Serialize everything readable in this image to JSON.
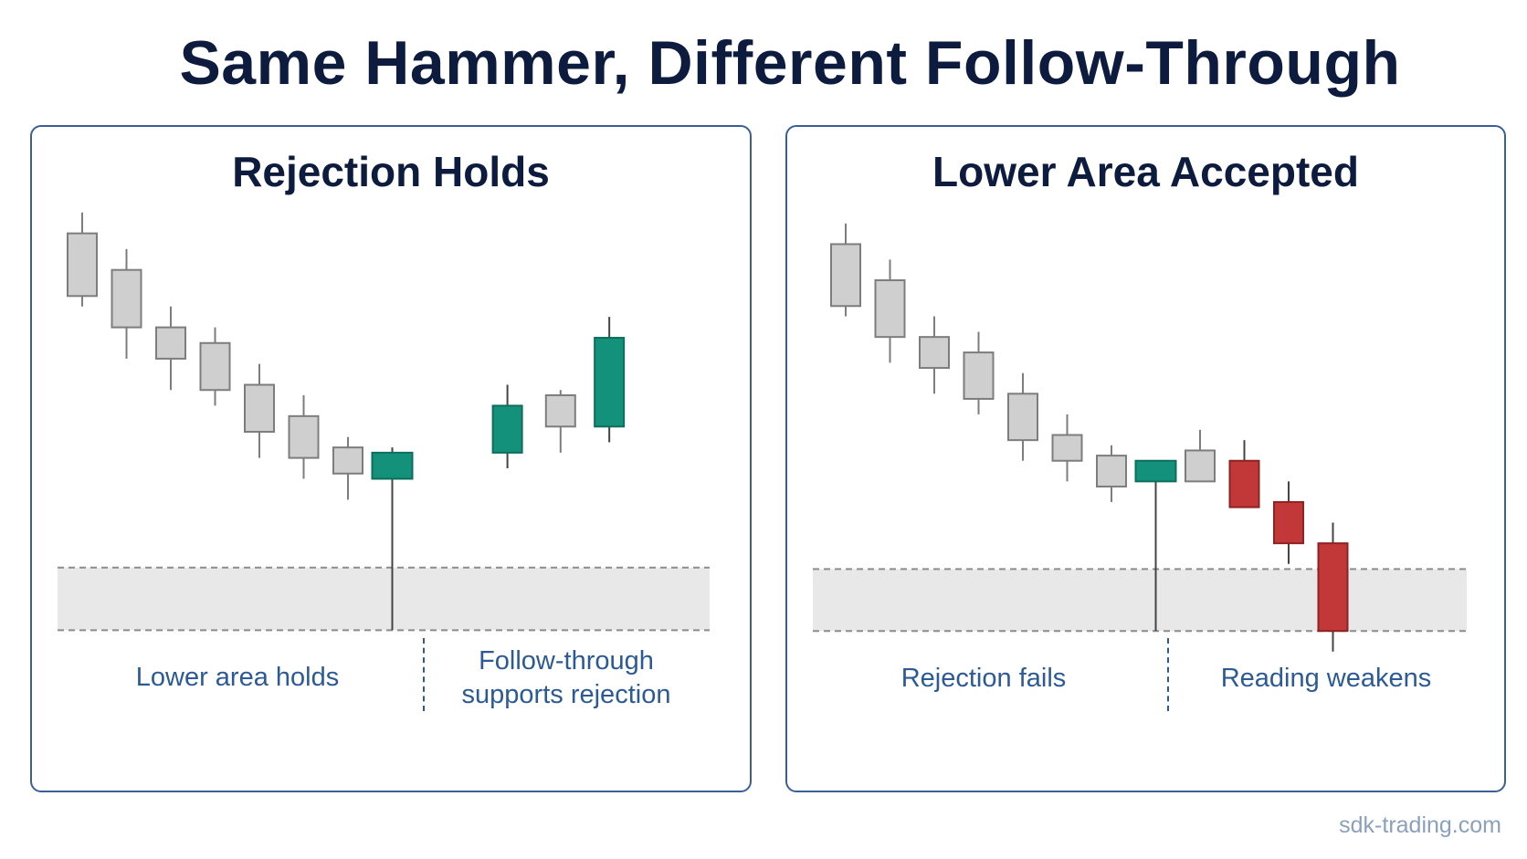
{
  "title": "Same Hammer, Different Follow-Through",
  "footer": "sdk-trading.com",
  "colors": {
    "neutral_body": "#cfcfcf",
    "neutral_edge": "#7d7d7d",
    "bull": "#14917a",
    "bear": "#c23838",
    "zone_fill": "#e8e8e8",
    "zone_line": "#8c8c8c",
    "border": "#3a5f97",
    "caption": "#2c5a96"
  },
  "chart_data": [
    {
      "type": "candlestick",
      "title": "Rejection Holds",
      "ylim": [
        0,
        100
      ],
      "zone": [
        12,
        24
      ],
      "captions": [
        "Lower area holds",
        "Follow-through supports rejection"
      ],
      "candles": [
        {
          "x": 1,
          "open": 88,
          "high": 92,
          "low": 74,
          "close": 76,
          "color": "neutral"
        },
        {
          "x": 2,
          "open": 81,
          "high": 85,
          "low": 64,
          "close": 70,
          "color": "neutral"
        },
        {
          "x": 3,
          "open": 70,
          "high": 74,
          "low": 58,
          "close": 64,
          "color": "neutral"
        },
        {
          "x": 4,
          "open": 67,
          "high": 70,
          "low": 55,
          "close": 58,
          "color": "neutral"
        },
        {
          "x": 5,
          "open": 59,
          "high": 63,
          "low": 45,
          "close": 50,
          "color": "neutral"
        },
        {
          "x": 6,
          "open": 53,
          "high": 57,
          "low": 41,
          "close": 45,
          "color": "neutral"
        },
        {
          "x": 7,
          "open": 47,
          "high": 49,
          "low": 37,
          "close": 42,
          "color": "neutral"
        },
        {
          "x": 8,
          "open": 41,
          "high": 47,
          "low": 12,
          "close": 46,
          "color": "bull"
        },
        {
          "x": 10.6,
          "open": 46,
          "high": 59,
          "low": 43,
          "close": 55,
          "color": "bull"
        },
        {
          "x": 11.8,
          "open": 51,
          "high": 58,
          "low": 46,
          "close": 57,
          "color": "neutral"
        },
        {
          "x": 12.9,
          "open": 51,
          "high": 72,
          "low": 48,
          "close": 68,
          "color": "bull"
        }
      ]
    },
    {
      "type": "candlestick",
      "title": "Lower Area Accepted",
      "ylim": [
        0,
        100
      ],
      "zone": [
        12,
        24
      ],
      "captions": [
        "Rejection fails",
        "Reading weakens"
      ],
      "candles": [
        {
          "x": 1,
          "open": 87,
          "high": 91,
          "low": 73,
          "close": 75,
          "color": "neutral"
        },
        {
          "x": 2,
          "open": 80,
          "high": 84,
          "low": 64,
          "close": 69,
          "color": "neutral"
        },
        {
          "x": 3,
          "open": 69,
          "high": 73,
          "low": 58,
          "close": 63,
          "color": "neutral"
        },
        {
          "x": 4,
          "open": 66,
          "high": 70,
          "low": 54,
          "close": 57,
          "color": "neutral"
        },
        {
          "x": 5,
          "open": 58,
          "high": 62,
          "low": 45,
          "close": 49,
          "color": "neutral"
        },
        {
          "x": 6,
          "open": 50,
          "high": 54,
          "low": 41,
          "close": 45,
          "color": "neutral"
        },
        {
          "x": 7,
          "open": 46,
          "high": 48,
          "low": 37,
          "close": 40,
          "color": "neutral"
        },
        {
          "x": 8,
          "open": 41,
          "high": 45,
          "low": 12,
          "close": 45,
          "color": "bull"
        },
        {
          "x": 9,
          "open": 47,
          "high": 51,
          "low": 41,
          "close": 41,
          "color": "neutral"
        },
        {
          "x": 10,
          "open": 45,
          "high": 49,
          "low": 38,
          "close": 36,
          "color": "bear"
        },
        {
          "x": 11,
          "open": 37,
          "high": 41,
          "low": 25,
          "close": 29,
          "color": "bear"
        },
        {
          "x": 12,
          "open": 29,
          "high": 33,
          "low": 8,
          "close": 12,
          "color": "bear"
        }
      ]
    }
  ]
}
